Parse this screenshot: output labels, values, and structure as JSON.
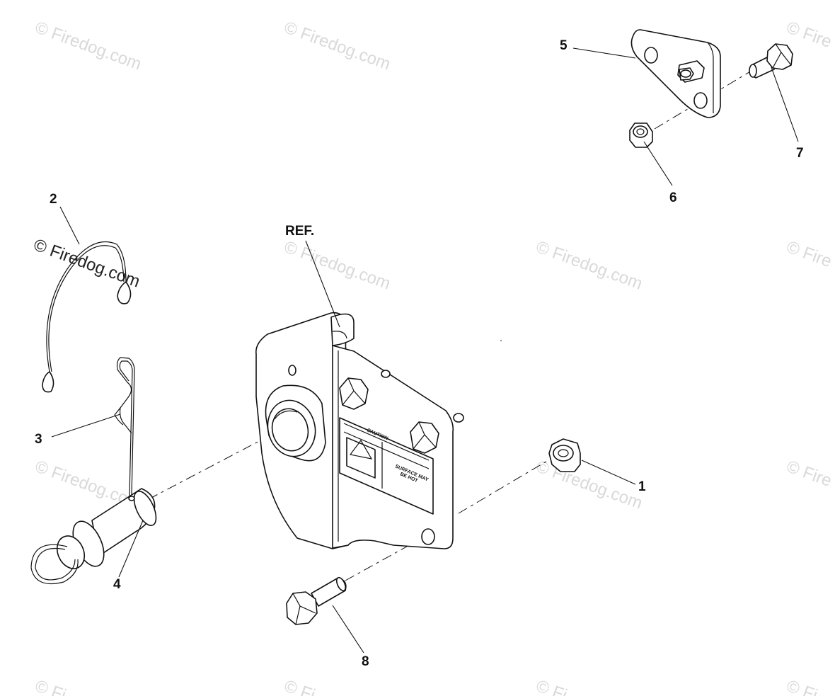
{
  "watermark": {
    "text": "© Firedog.com",
    "partial_text": "© Fire",
    "bottom_partial_text": "© Fi"
  },
  "callouts": {
    "c1": "1",
    "c2": "2",
    "c3": "3",
    "c4": "4",
    "c5": "5",
    "c6": "6",
    "c7": "7",
    "c8": "8",
    "ref": "REF."
  },
  "decal": {
    "caution": "CAUTION",
    "line1": "SURFACE MAY",
    "line2": "BE HOT"
  },
  "colors": {
    "line": "#111111",
    "watermark": "#d9d9d9",
    "background": "#ffffff"
  }
}
